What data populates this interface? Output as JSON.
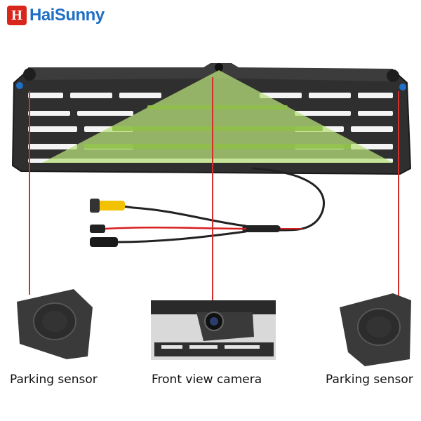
{
  "brand": {
    "name": "HaiSunny",
    "mark": "H"
  },
  "captions": {
    "left_sensor": "Parking sensor",
    "camera": "Front view camera",
    "right_sensor": "Parking sensor"
  },
  "colors": {
    "plate_frame": "#2b2b2b",
    "view_cone": "#b8e07a",
    "pointer_line": "#d32f2f",
    "sensor_body": "#3a3a3a",
    "connector_yellow": "#f2c200",
    "wire_red": "#d81e1e"
  }
}
